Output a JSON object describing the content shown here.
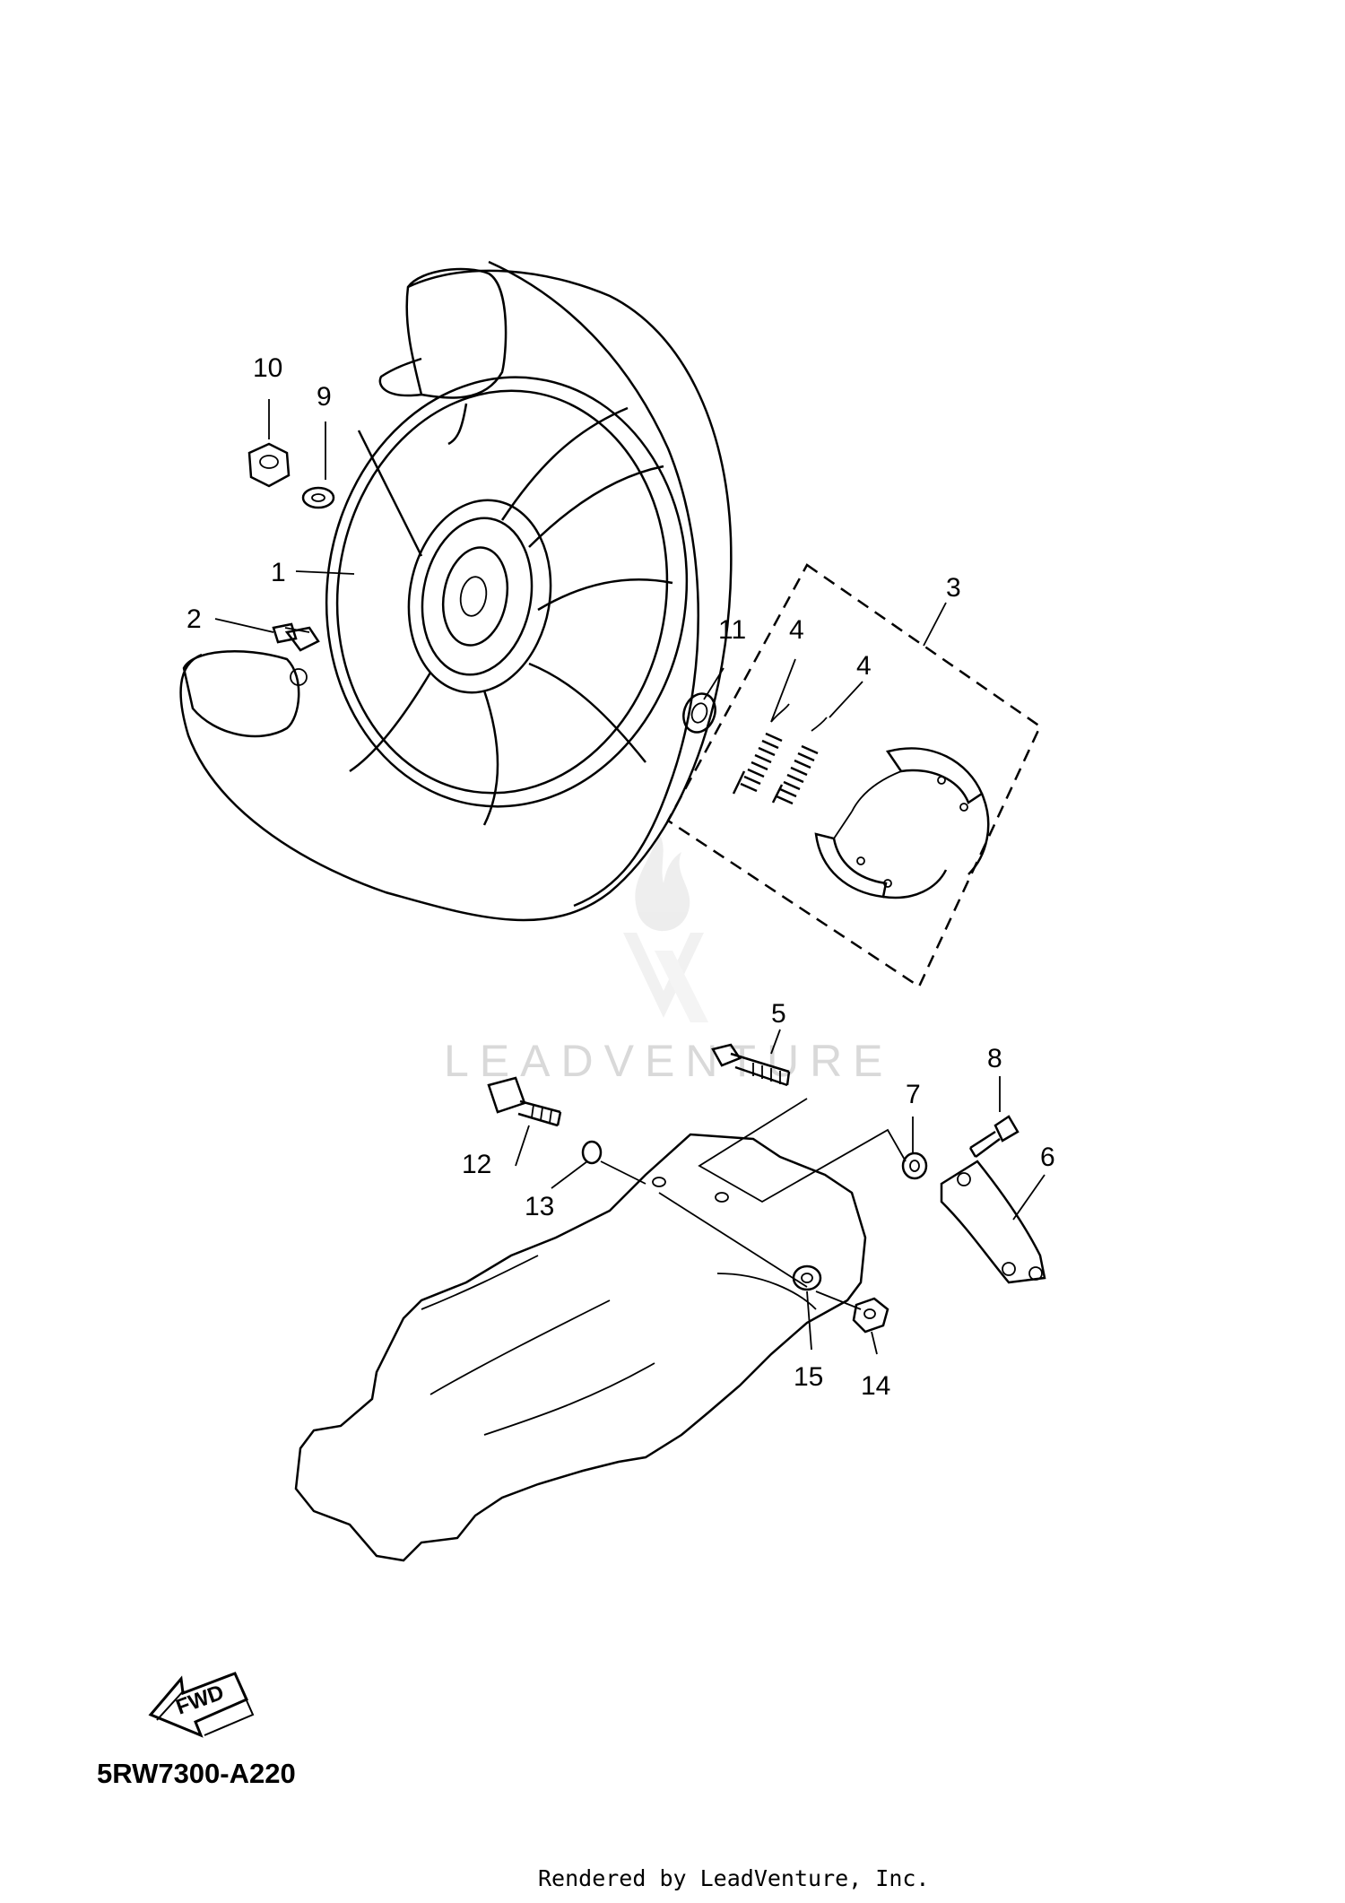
{
  "diagram": {
    "code": "5RW7300-A220",
    "rendered_by": "Rendered by LeadVenture, Inc.",
    "watermark": "LEADVENTURE",
    "fwd_label": "FWD",
    "callouts": {
      "c1": "1",
      "c2": "2",
      "c3": "3",
      "c4a": "4",
      "c4b": "4",
      "c5": "5",
      "c6": "6",
      "c7": "7",
      "c8": "8",
      "c9": "9",
      "c10": "10",
      "c11": "11",
      "c12": "12",
      "c13": "13",
      "c14": "14",
      "c15": "15"
    }
  }
}
